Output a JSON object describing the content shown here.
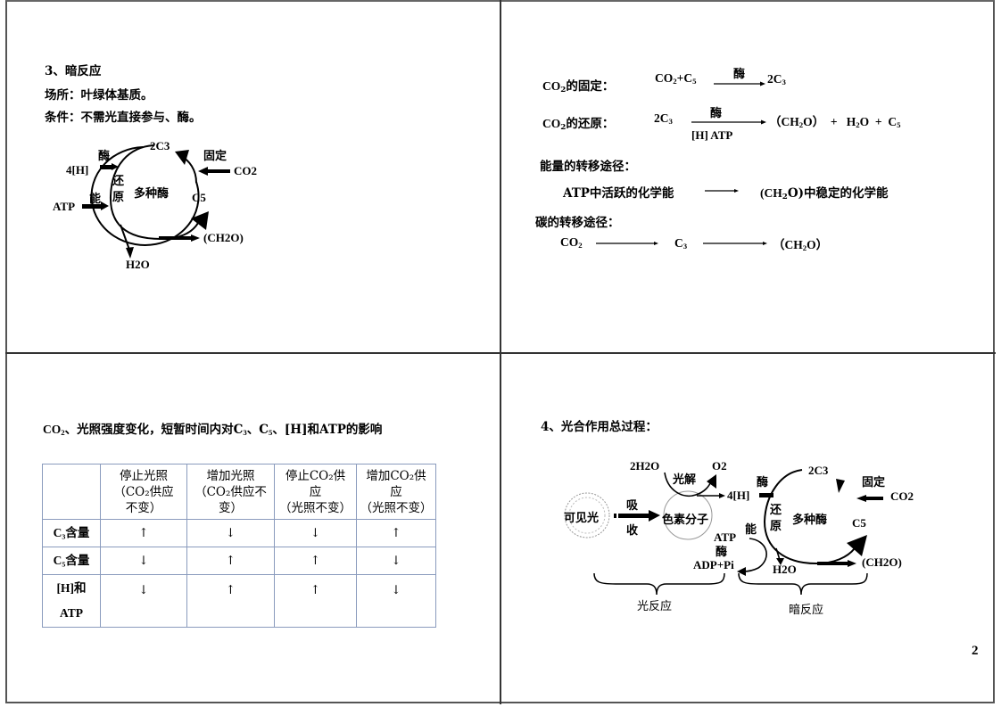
{
  "slides": {
    "q1": {
      "heading": "3、暗反应",
      "location": "场所：叶绿体基质。",
      "condition": "条件：不需光直接参与、酶。",
      "diagram": {
        "enzyme": "酶",
        "h4": "4[H]",
        "energy": "能",
        "atp": "ATP",
        "reduce1": "还",
        "reduce2": "原",
        "multi_enzyme": "多种酶",
        "c3": "2C3",
        "fix": "固定",
        "co2": "CO2",
        "c5": "C5",
        "ch2o": "(CH2O)",
        "h2o": "H2O"
      }
    },
    "q2": {
      "fix_label": "的固定：",
      "fix_eq_left": "+C",
      "fix_enzyme": "酶",
      "fix_product": "2C",
      "reduce_label": "的还原：",
      "reduce_left": "2C",
      "reduce_enzyme": "酶",
      "reduce_cond": "[H] ATP",
      "reduce_products": "（CH",
      "reduce_products_tail": "O）",
      "plus": "+",
      "h2o_h": "H",
      "h2o_o": "O",
      "c5": "C",
      "energy_path_title": "能量的转移途径：",
      "energy_from": "ATP中活跃的化学能",
      "energy_to_pre": "(CH",
      "energy_to_post": "O)中稳定的化学能",
      "carbon_path_title": "碳的转移途径：",
      "carbon_co2": "CO",
      "carbon_c3": "C",
      "carbon_ch2o_pre": "（CH",
      "carbon_ch2o_post": "O）",
      "sub2": "2",
      "sub3": "3",
      "sub5": "5",
      "co": "CO"
    },
    "q3": {
      "title_pre": "CO",
      "title_mid": "、光照强度变化，短暂时间内对C",
      "title_c5": "、C",
      "title_end": "、[H]和ATP的影响",
      "table": {
        "headers": [
          {
            "line1": "停止光照",
            "line2": "（CO₂供应",
            "line3": "不变）"
          },
          {
            "line1": "增加光照",
            "line2": "（CO₂供应不",
            "line3": "变）"
          },
          {
            "line1": "停止CO₂供",
            "line2": "应",
            "line3": "（光照不变）"
          },
          {
            "line1": "增加CO₂供",
            "line2": "应",
            "line3": "（光照不变）"
          }
        ],
        "rows": [
          {
            "label": "C₃含量",
            "values": [
              "↑",
              "↓",
              "↓",
              "↑"
            ]
          },
          {
            "label": "C₅含量",
            "values": [
              "↓",
              "↑",
              "↑",
              "↓"
            ]
          },
          {
            "label_line1": "[H]和",
            "label_line2": "ATP",
            "values": [
              "↓",
              "↑",
              "↑",
              "↓"
            ]
          }
        ]
      }
    },
    "q4": {
      "heading": "4、光合作用总过程：",
      "diagram": {
        "h2o2": "2H2O",
        "photolysis": "光解",
        "o2": "O2",
        "h4": "4[H]",
        "visible_light": "可见光",
        "absorb1": "吸",
        "absorb2": "收",
        "pigment": "色素分子",
        "atp": "ATP",
        "enzyme_small": "酶",
        "adp": "ADP+Pi",
        "energy": "能",
        "enzyme": "酶",
        "reduce1": "还",
        "reduce2": "原",
        "multi_enzyme": "多种酶",
        "c3": "2C3",
        "fix": "固定",
        "co2": "CO2",
        "c5": "C5",
        "h2o": "H2O",
        "ch2o": "(CH2O)",
        "light_reaction": "光反应",
        "dark_reaction": "暗反应"
      }
    }
  },
  "page_number": "2"
}
